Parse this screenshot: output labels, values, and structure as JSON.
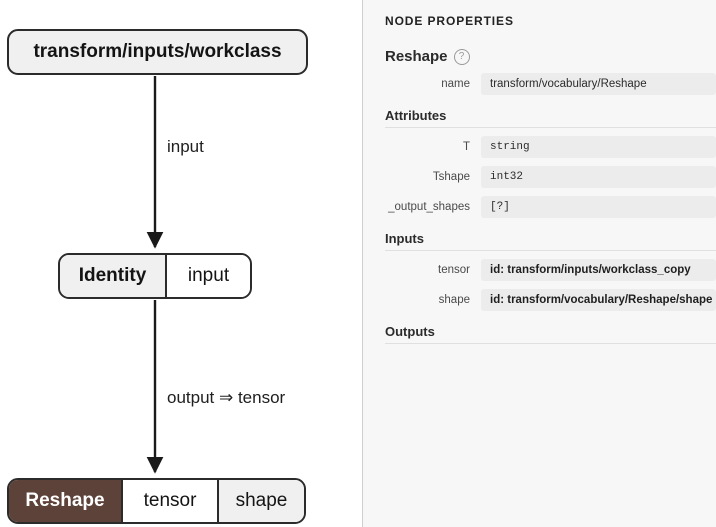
{
  "graph": {
    "nodes": [
      {
        "id": "workclass",
        "label": "transform/inputs/workclass",
        "type": "namespace-node"
      },
      {
        "id": "identity",
        "name": "Identity",
        "slot": "input",
        "type": "op-node"
      },
      {
        "id": "reshape",
        "name": "Reshape",
        "slot_tensor": "tensor",
        "slot_shape": "shape",
        "type": "op-node-selected"
      }
    ],
    "edges": [
      {
        "id": "edge-input",
        "label": "input",
        "from": "workclass",
        "to": "identity"
      },
      {
        "id": "edge-output",
        "label": "output ⇒ tensor",
        "from": "identity",
        "to": "reshape"
      }
    ]
  },
  "panel": {
    "title": "NODE PROPERTIES",
    "node_name": "Reshape",
    "help_glyph": "?",
    "name_row": {
      "key": "name",
      "value": "transform/vocabulary/Reshape"
    },
    "attributes": {
      "header": "Attributes",
      "rows": [
        {
          "key": "T",
          "value": "string"
        },
        {
          "key": "Tshape",
          "value": "int32"
        },
        {
          "key": "_output_shapes",
          "value": "[?]"
        }
      ]
    },
    "inputs": {
      "header": "Inputs",
      "rows": [
        {
          "key": "tensor",
          "value": "id: transform/inputs/workclass_copy"
        },
        {
          "key": "shape",
          "value": "id: transform/vocabulary/Reshape/shape"
        }
      ]
    },
    "outputs": {
      "header": "Outputs",
      "rows": []
    }
  },
  "colors": {
    "node_fill": "#f0f0f0",
    "node_stroke": "#2b2b2b",
    "selected_node": "#5d4239",
    "panel_bg": "#f7f7f7",
    "field_bg": "#ececec"
  }
}
